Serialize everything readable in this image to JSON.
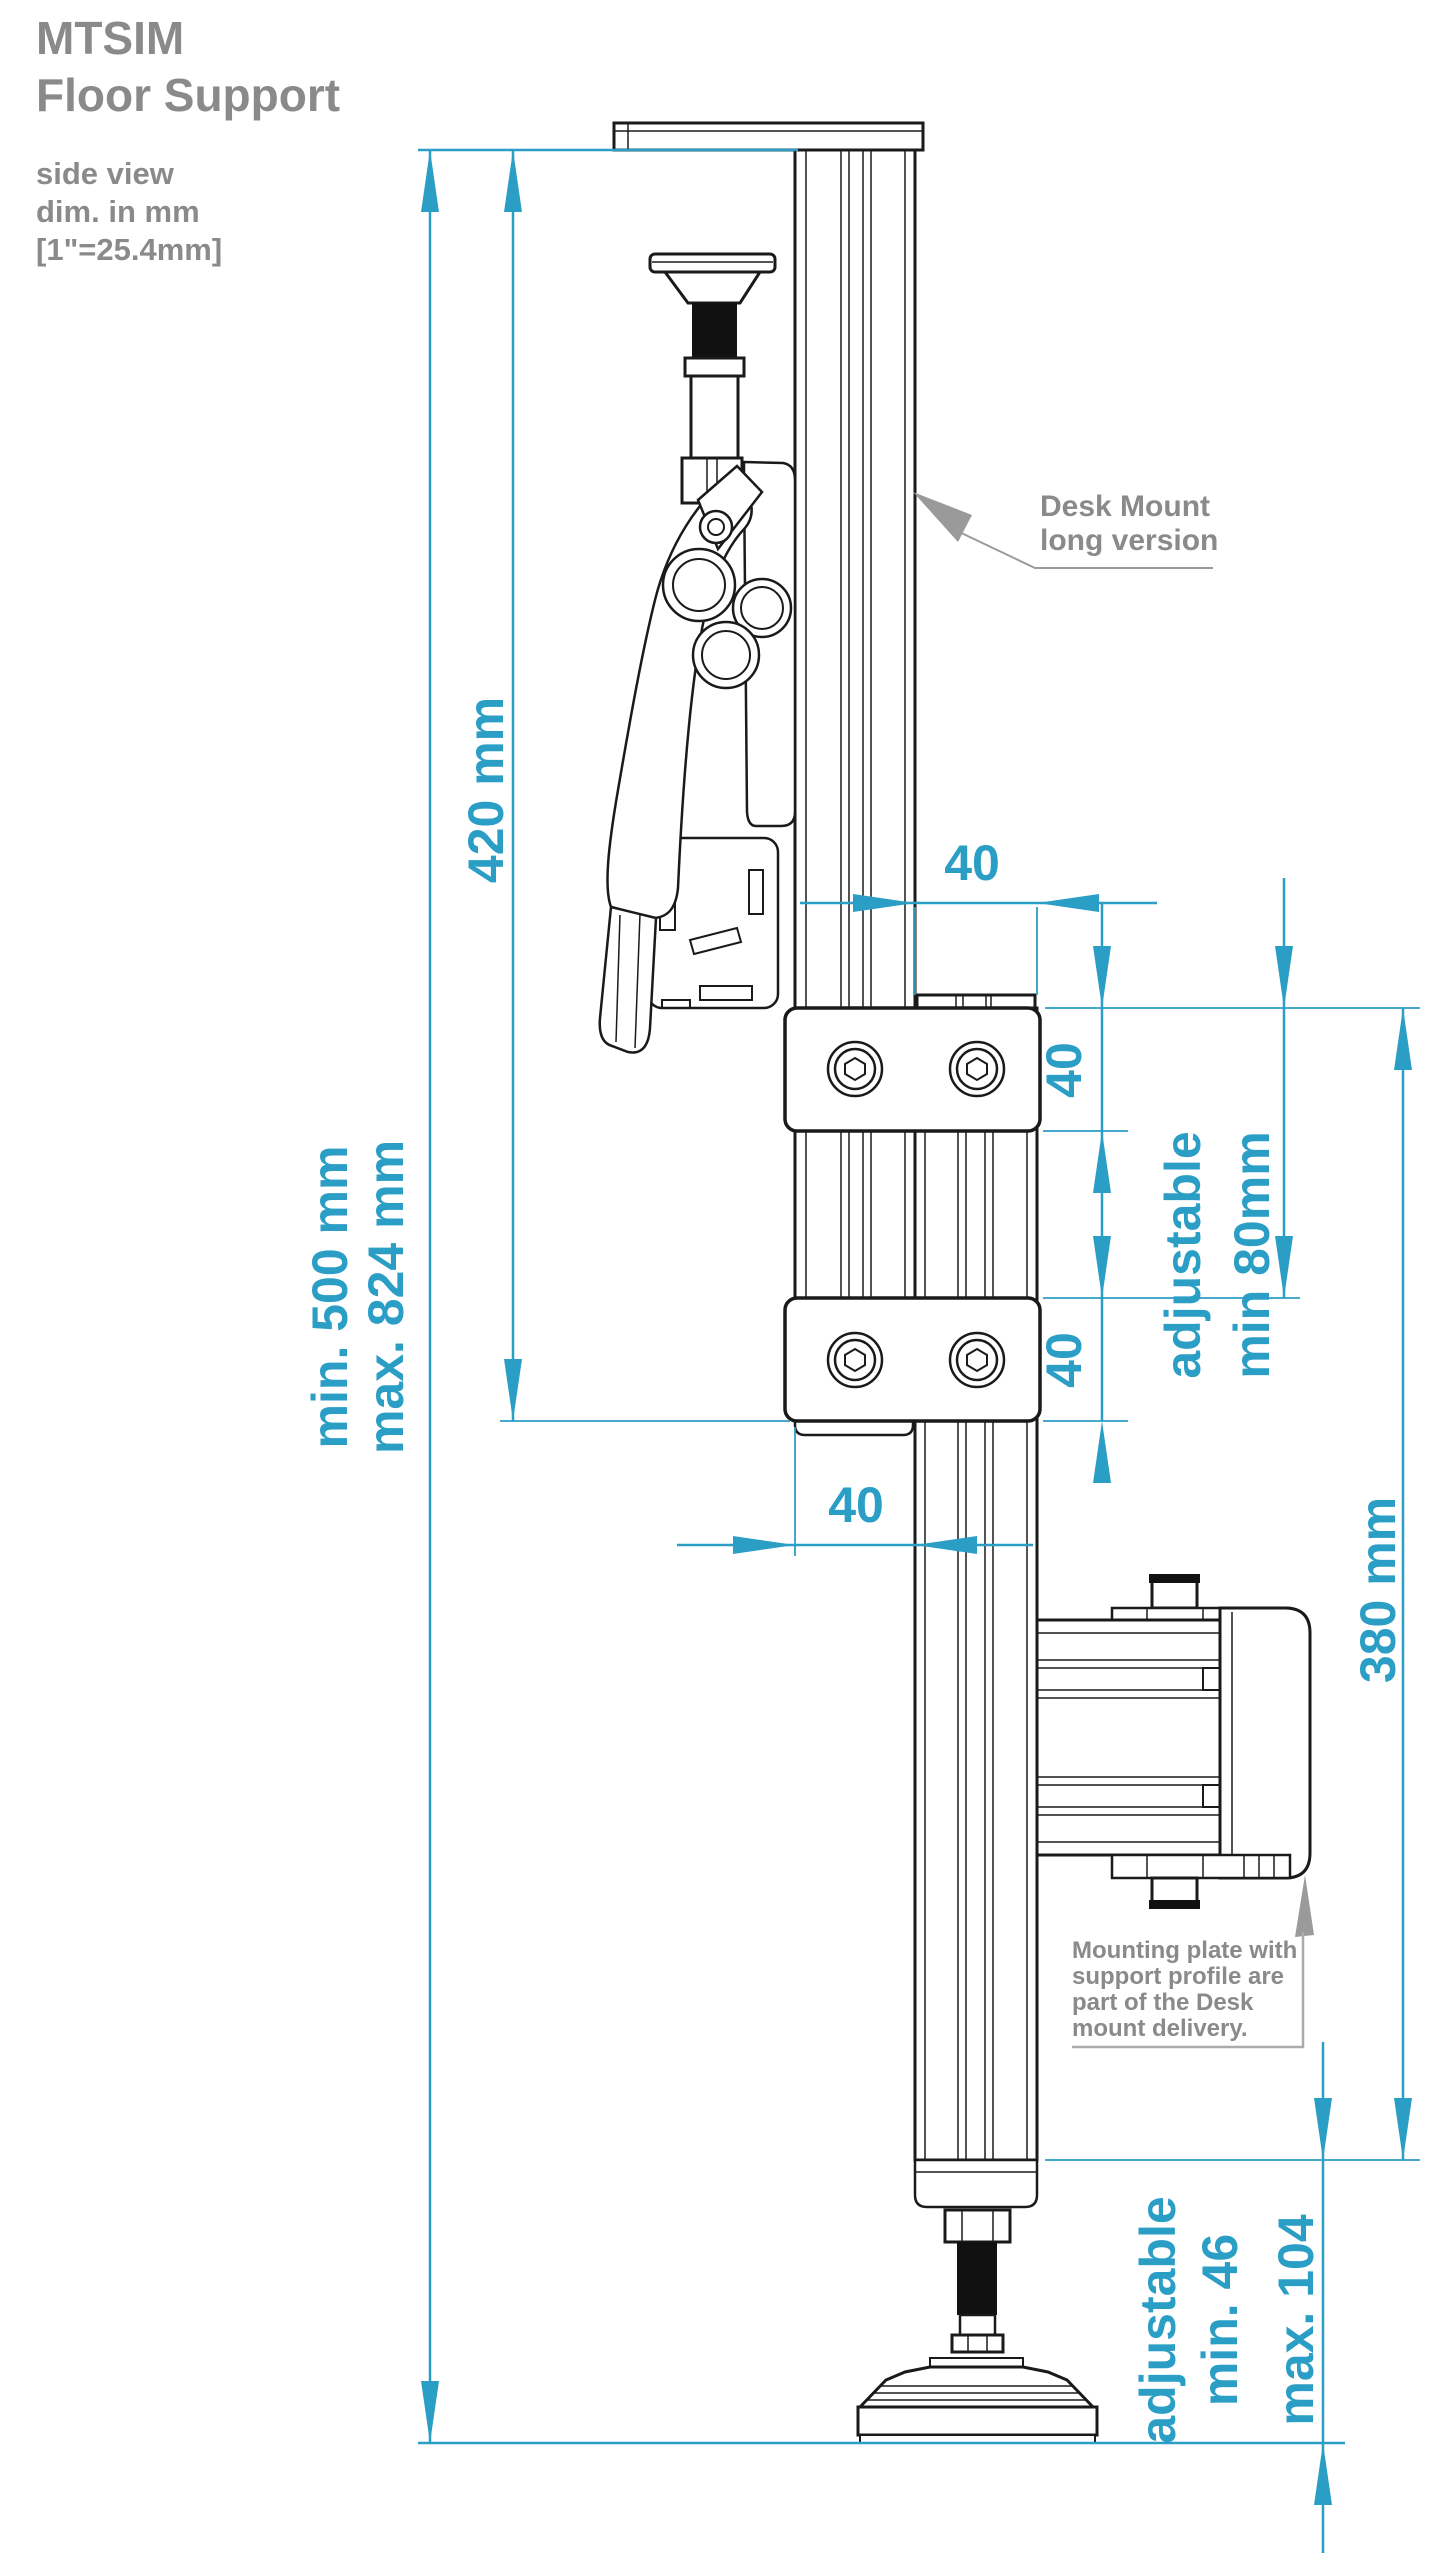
{
  "title": {
    "line1": "MTSIM",
    "line2": "Floor Support"
  },
  "subtitle": {
    "line1": "side view",
    "line2": "dim. in mm",
    "line3": "[1\"=25.4mm]"
  },
  "callouts": {
    "desk_mount": {
      "line1": "Desk Mount",
      "line2": "long version"
    },
    "mounting_note": {
      "line1": "Mounting plate with",
      "line2": "support profile are",
      "line3": "part of the Desk",
      "line4": "mount delivery."
    }
  },
  "dimensions": {
    "height_420": "420 mm",
    "overall_min": "min. 500 mm",
    "overall_max": "max. 824 mm",
    "top_offset_40": "40",
    "plate_upper_40": "40",
    "plate_lower_40": "40",
    "bottom_offset_40": "40",
    "clamp_adjustable_line1": "adjustable",
    "clamp_adjustable_line2": "min 80mm",
    "profile_length_380": "380 mm",
    "foot_adjustable_line1": "adjustable",
    "foot_adjustable_line2": "min. 46",
    "foot_adjustable_line3": "max. 104"
  },
  "colors": {
    "dimension_blue": "#2B9EC6",
    "annotation_gray": "#8A8A8A",
    "line_black": "#1A1A1A"
  }
}
